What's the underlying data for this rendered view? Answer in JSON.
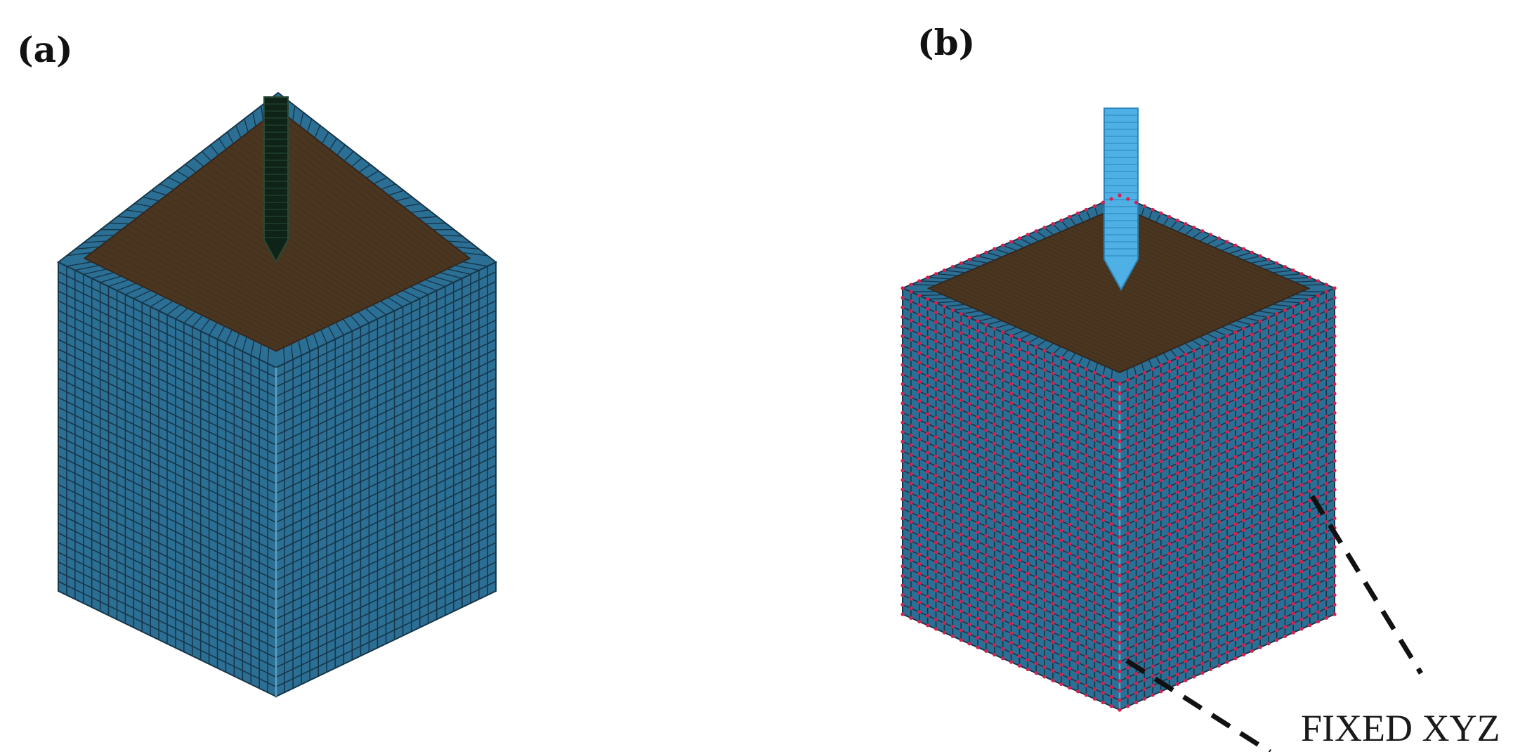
{
  "panels": [
    {
      "label": "(a)",
      "indenter": "dark",
      "constraint_markers": false,
      "mesh_divisions": 26
    },
    {
      "label": "(b)",
      "indenter": "light-blue",
      "constraint_markers": true,
      "mesh_divisions": 26,
      "annotation": "FIXED XYZ"
    }
  ],
  "colors": {
    "mesh_fill": "#2c6f94",
    "mesh_line": "#16364a",
    "soil_fill": "#4a3620",
    "soil_line": "#37261a",
    "indenter_dark": "#0f2318",
    "indenter_light": "#4fb0e6",
    "constraint_marker": "#d62050",
    "leader_line": "#111111"
  },
  "icons": {
    "block": "meshed-cube-icon",
    "indenter": "indenter-icon",
    "constraint": "fixed-node-marker-icon"
  }
}
